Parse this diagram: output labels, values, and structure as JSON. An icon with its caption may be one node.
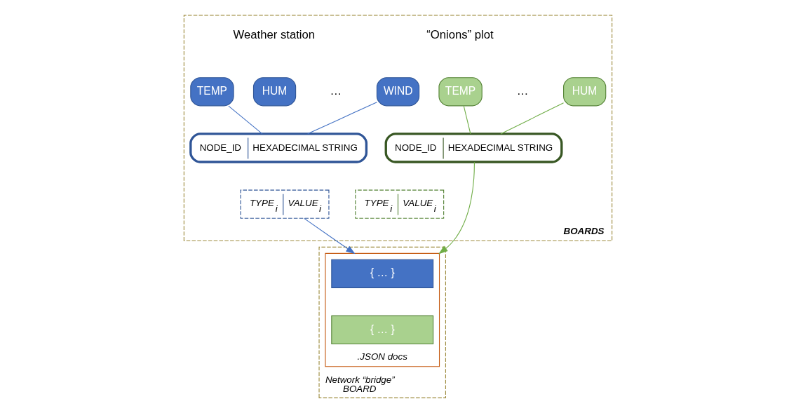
{
  "diagram": {
    "nodes": [
      {
        "text": [
          "BOARDS"
        ]
      },
      {
        "text": [
          "TEMP"
        ],
        "in": 0
      },
      {
        "text": [
          "HUM"
        ],
        "in": 0
      },
      {
        "text": [
          "WIND"
        ],
        "in": 0
      },
      {
        "text": [
          "NODE_ID",
          "HEXADECIMAL STRING"
        ],
        "in": 0
      },
      {
        "text": [
          "TYPE$_{i}$",
          "VALUE$_{i}$"
        ],
        "in": 0
      },
      {
        "text": [
          "TEMP"
        ],
        "in": 0
      },
      {
        "text": [
          "HUM"
        ],
        "in": 0
      },
      {
        "text": [
          "NODE_ID",
          "HEXADECIMAL STRING"
        ],
        "in": 0
      },
      {
        "text": [
          "TYPE$_{i}$",
          "VALUE$_{i}$"
        ],
        "in": 0
      },
      {
        "text": [
          "Network “bridge”",
          "BOARD"
        ]
      },
      {
        "text": [
          ".JSON docs"
        ],
        "in": 10
      },
      {
        "text": [
          "{ … }"
        ],
        "in": 11
      },
      {
        "text": [
          "{ … }"
        ],
        "in": 11
      }
    ],
    "edges": [
      {
        "from": 1,
        "to": 4,
        "arrow": "none",
        "color": "#4472c4"
      },
      {
        "from": 3,
        "to": 4,
        "arrow": "none",
        "color": "#4472c4"
      },
      {
        "from": 6,
        "to": 8,
        "arrow": "none",
        "color": "#70ad47"
      },
      {
        "from": 7,
        "to": 8,
        "arrow": "none",
        "color": "#70ad47"
      },
      {
        "from": 5,
        "to": 11,
        "arrow": "to",
        "color": "#4472c4"
      },
      {
        "from": 8,
        "to": 11,
        "arrow": "to",
        "color": "#70ad47"
      }
    ],
    "labels": [
      "Weather station",
      "“Onions” plot",
      "…",
      "…"
    ]
  }
}
